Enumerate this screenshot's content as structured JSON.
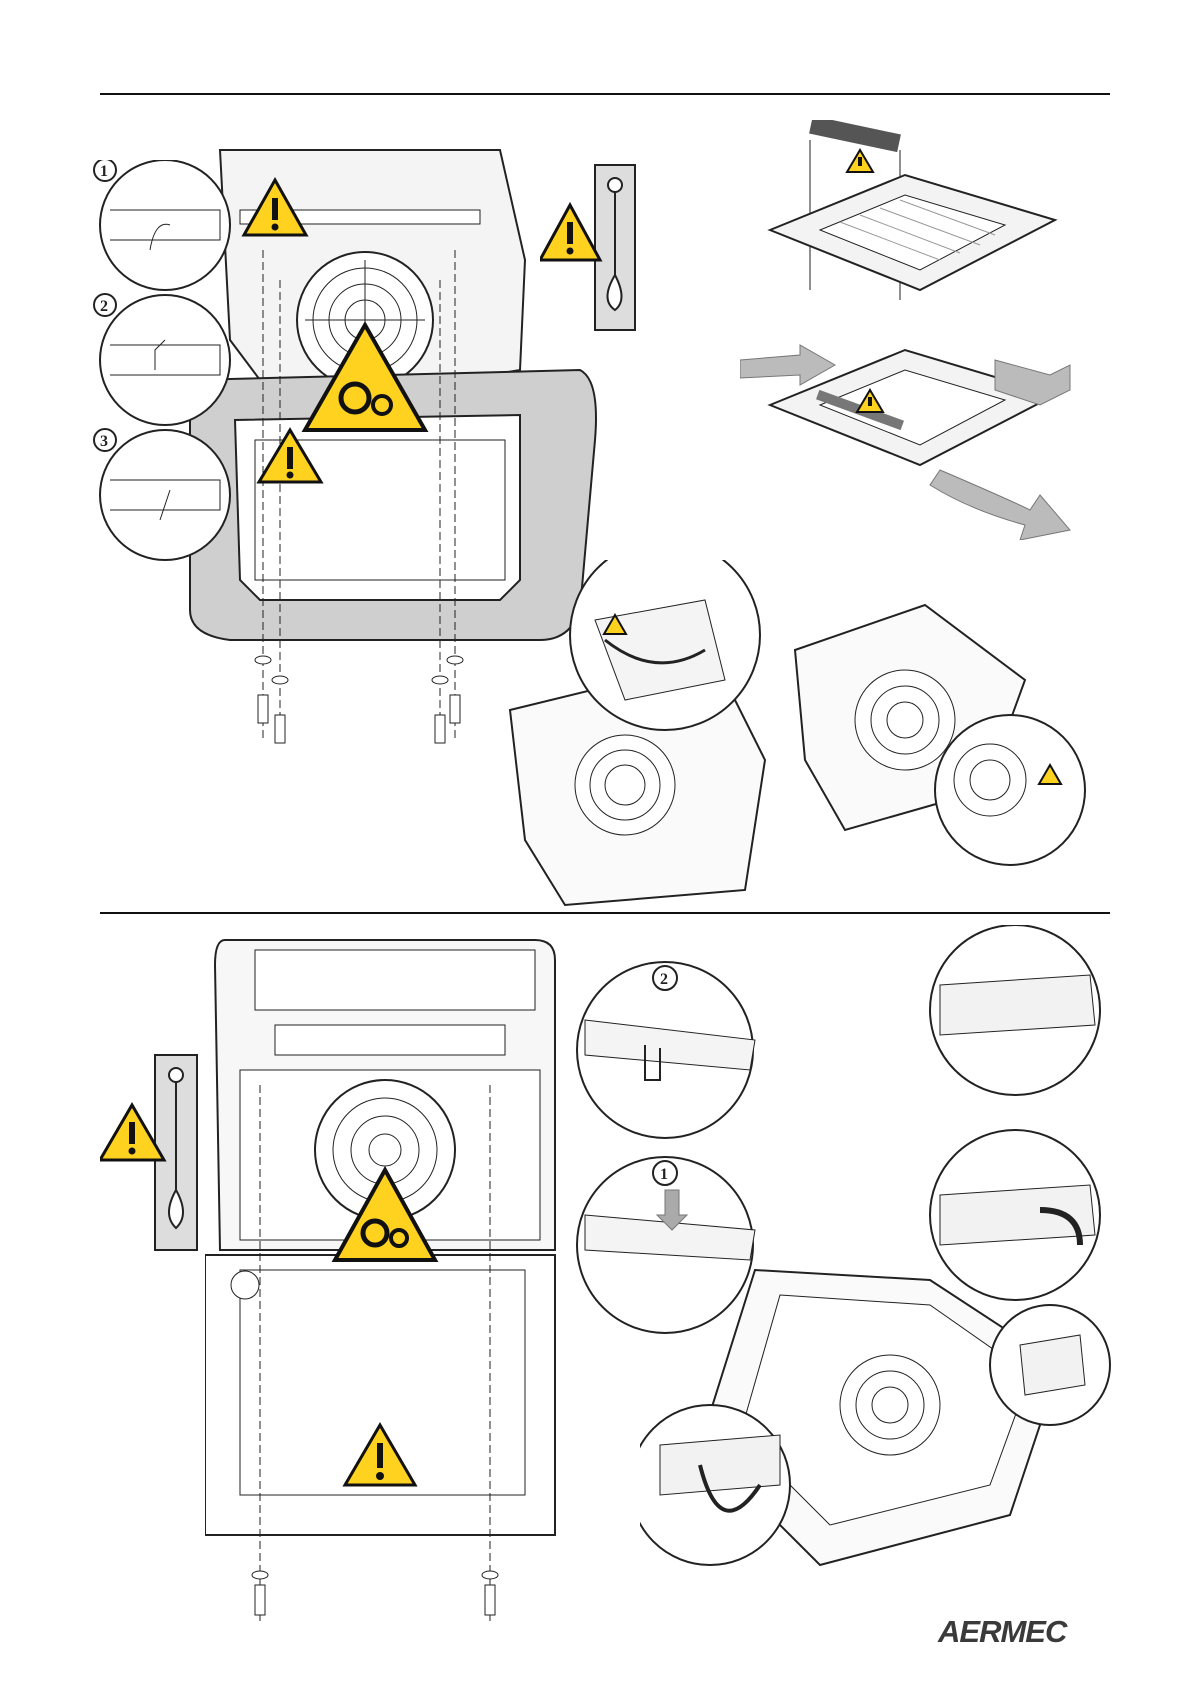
{
  "document": {
    "brand": "AERMEC",
    "step_labels": [
      "1",
      "2",
      "3"
    ],
    "section2_step_labels": [
      "2",
      "1"
    ]
  },
  "colors": {
    "warning_yellow": "#ffd21f",
    "warning_black": "#111111",
    "unit_grey": "#cfcfcf",
    "panel_grey": "#e6e6e6",
    "line": "#222222"
  },
  "icons": [
    "warning-triangle-icon",
    "gears-hazard-icon",
    "safety-cable-icon"
  ]
}
